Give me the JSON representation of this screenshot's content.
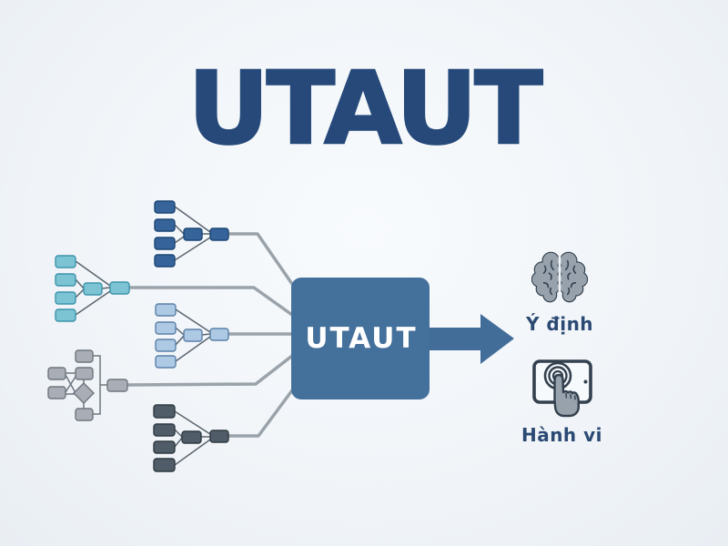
{
  "title": {
    "text": "UTAUT"
  },
  "center_box": {
    "label": "UTAUT"
  },
  "outcomes": [
    {
      "icon": "brain-icon",
      "label": "Ý định"
    },
    {
      "icon": "touch-tablet-icon",
      "label": "Hành vi"
    }
  ],
  "clusters": [
    {
      "id": "cluster-dark-blue",
      "style": "dark-blue",
      "input_nodes": 4,
      "relay_nodes": 2
    },
    {
      "id": "cluster-teal",
      "style": "teal",
      "input_nodes": 4,
      "relay_nodes": 2
    },
    {
      "id": "cluster-light-blue",
      "style": "light-blue",
      "input_nodes": 4,
      "relay_nodes": 2
    },
    {
      "id": "cluster-gray-flowchart",
      "style": "gray",
      "shape": "flowchart-with-diamond",
      "nodes": 7
    },
    {
      "id": "cluster-slate",
      "style": "slate",
      "input_nodes": 4,
      "relay_nodes": 2
    }
  ],
  "colors": {
    "background": "#F0F4F8",
    "title_text": "#26497A",
    "primary_box": "#44709C",
    "primary_box_text": "#FFFFFF",
    "arrow": "#426D99",
    "connector": "#9AA2AA",
    "cluster_line": "#5A646E",
    "label_text": "#2B4A73",
    "dark_blue_fill": "#35639A",
    "dark_blue_border": "#1D4674",
    "teal_fill": "#7CC4D4",
    "teal_border": "#3D93AB",
    "light_blue_fill": "#AEC9E4",
    "light_blue_border": "#5B80A8",
    "gray_fill": "#A9AEB6",
    "gray_border": "#6E767E",
    "slate_fill": "#505D68",
    "slate_border": "#2F3941",
    "icon_fill": "#97A2AD",
    "icon_stroke": "#33404E"
  }
}
